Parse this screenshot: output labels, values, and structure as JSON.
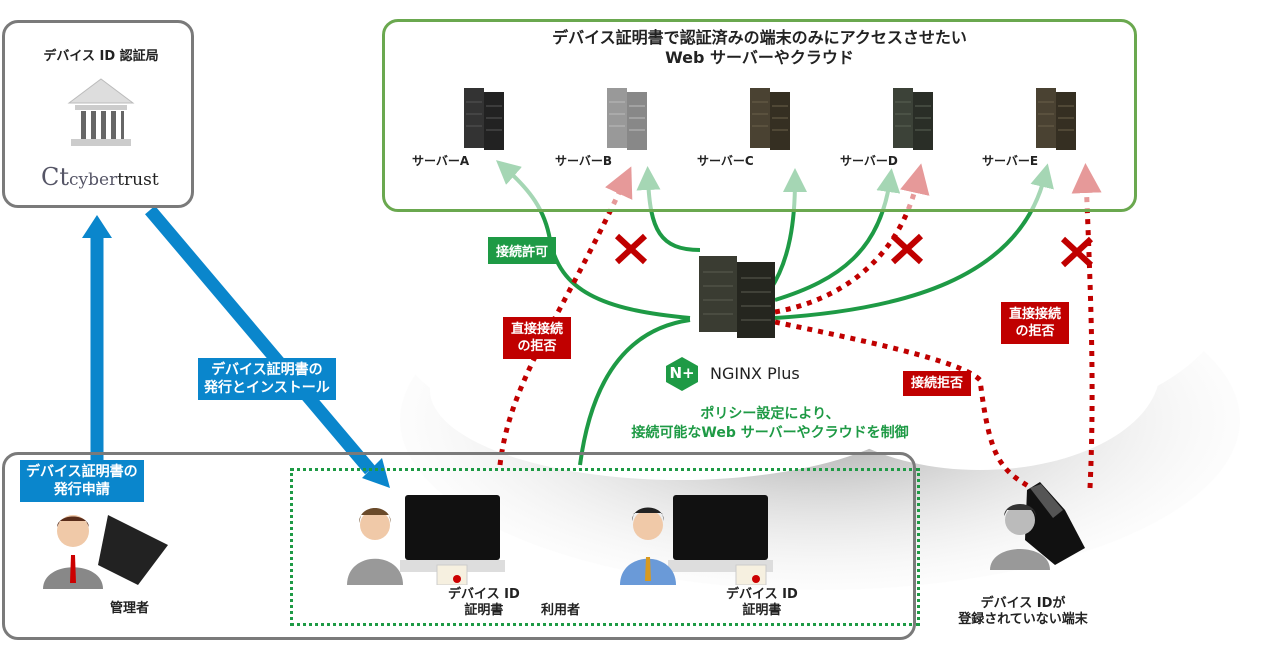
{
  "ca": {
    "title": "デバイス ID 認証局",
    "logo_mark": "Ct",
    "logo_text_light": "cyber",
    "logo_text_bold": "trust"
  },
  "servers": {
    "title_line1": "デバイス証明書で認証済みの端末のみにアクセスさせたい",
    "title_line2": "Web サーバーやクラウド",
    "items": [
      {
        "label": "サーバーA",
        "allowed_direct": false
      },
      {
        "label": "サーバーB",
        "allowed_direct": false
      },
      {
        "label": "サーバーC",
        "allowed_direct": false
      },
      {
        "label": "サーバーD",
        "allowed_direct": false
      },
      {
        "label": "サーバーE",
        "allowed_direct": false
      }
    ]
  },
  "labels": {
    "allow": "接続許可",
    "direct_deny_1": "直接接続",
    "direct_deny_2": "の拒否",
    "deny": "接続拒否",
    "issue_install_1": "デバイス証明書の",
    "issue_install_2": "発行とインストール",
    "request_1": "デバイス証明書の",
    "request_2": "発行申請"
  },
  "nginx": {
    "logo": "N+",
    "name": "NGINX Plus",
    "policy_line1": "ポリシー設定により、",
    "policy_line2": "接続可能なWeb サーバーやクラウドを制御"
  },
  "people": {
    "admin": "管理者",
    "users": "利用者",
    "cert_1": "デバイス ID",
    "cert_2": "証明書",
    "unregistered_1": "デバイス IDが",
    "unregistered_2": "登録されていない端末"
  },
  "colors": {
    "green": "#1e9a45",
    "red": "#c00000",
    "blue": "#0a86cc",
    "gray": "#7a7a7a"
  }
}
